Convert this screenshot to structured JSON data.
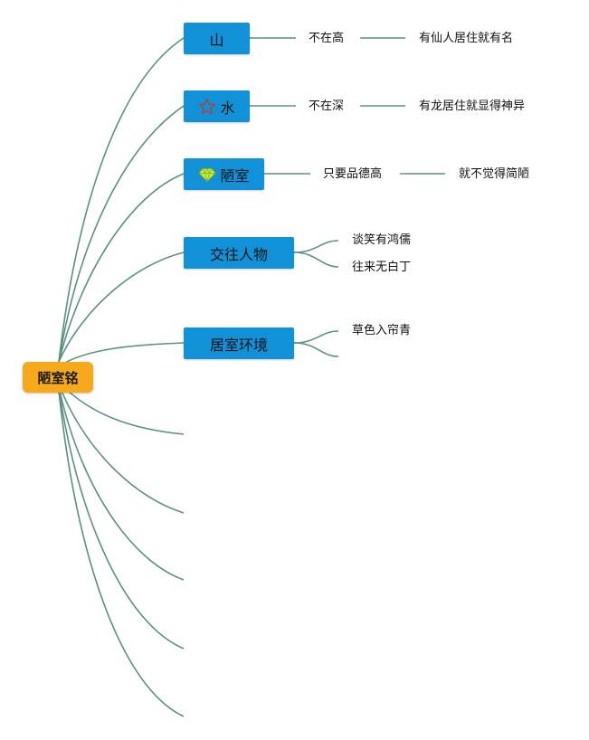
{
  "root": {
    "label": "陋室铭"
  },
  "topics": [
    {
      "label": "山",
      "icon": "none"
    },
    {
      "label": "水",
      "icon": "star-outline-icon"
    },
    {
      "label": "陋室",
      "icon": "diamond-icon"
    },
    {
      "label": "交往人物",
      "icon": "none"
    },
    {
      "label": "居室环境",
      "icon": "none"
    }
  ],
  "subtopics": {
    "shan": [
      "不在高",
      "有仙人居住就有名"
    ],
    "shui": [
      "不在深",
      "有龙居住就显得神异"
    ],
    "loushi": [
      "只要品德高",
      "就不觉得简陋"
    ],
    "jiaowang": [
      "谈笑有鸿儒",
      "往来无白丁"
    ],
    "juhuan": [
      "草色入帘青"
    ]
  },
  "colors": {
    "connector": "#5a9185",
    "root_fill": "#f7a91c",
    "topic_fill": "#1192d8",
    "star_icon": "#c0392b",
    "diamond_icon": "#c8ef3c"
  }
}
